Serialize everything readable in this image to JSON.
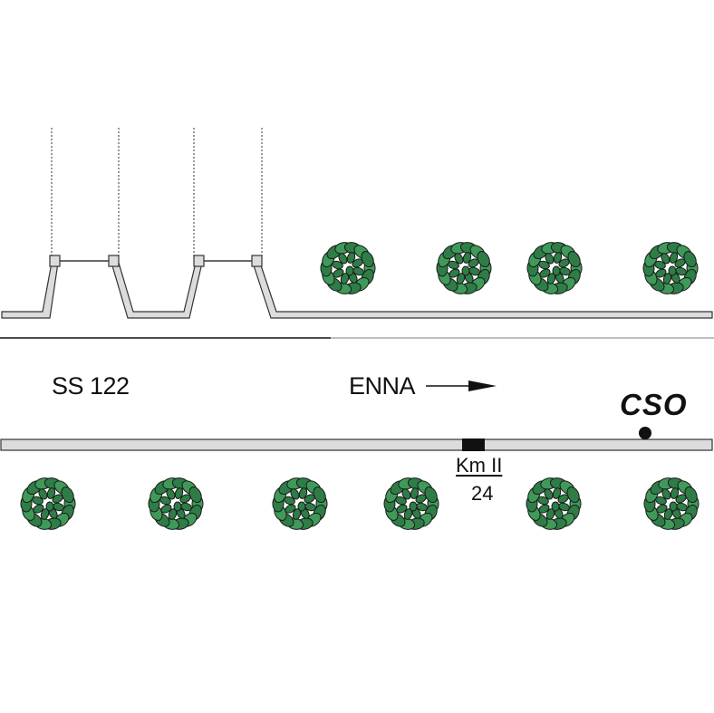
{
  "labels": {
    "road": "SS 122",
    "direction": "ENNA",
    "station": "CSO",
    "km_marker": "Km II",
    "km_number": "24"
  },
  "colors": {
    "road_fill": "#dcdcdc",
    "road_stroke": "#333333",
    "tree_leaf": "#2e7d46",
    "tree_leaf_light": "#ffffff",
    "marker": "#111111"
  },
  "icons": {
    "tree": "tree-icon",
    "arrow": "direction-arrow-icon",
    "station": "station-dot-icon",
    "km_marker": "km-marker-icon"
  }
}
